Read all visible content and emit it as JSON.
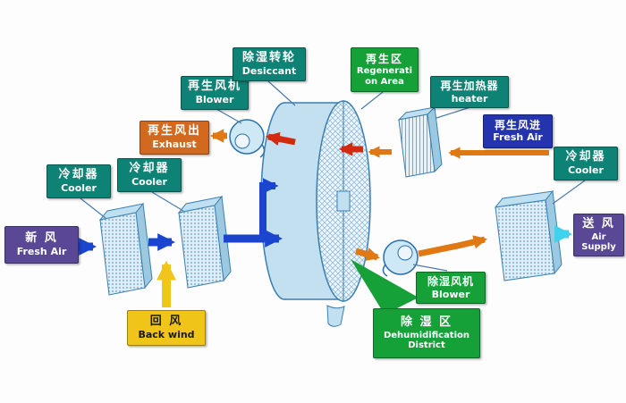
{
  "labels": {
    "fresh_air_left": {
      "zh": "新  风",
      "en": "Fresh Air",
      "bg": "#5a4897",
      "fg": "#ffffff"
    },
    "cooler_1": {
      "zh": "冷却器",
      "en": "Cooler",
      "bg": "#0f8276",
      "fg": "#ffffff"
    },
    "cooler_2": {
      "zh": "冷却器",
      "en": "Cooler",
      "bg": "#0f8276",
      "fg": "#ffffff"
    },
    "back_wind": {
      "zh": "回  风",
      "en": "Back wind",
      "bg": "#f0c419",
      "fg": "#1a1a1a"
    },
    "regen_blower": {
      "zh": "再生风机",
      "en": "Blower",
      "bg": "#0f8276",
      "fg": "#ffffff"
    },
    "exhaust": {
      "zh": "再生风出",
      "en": "Exhaust",
      "bg": "#d2691e",
      "fg": "#ffffff"
    },
    "desiccant": {
      "zh": "除湿转轮",
      "en": "Desiccant",
      "bg": "#0f8276",
      "fg": "#ffffff"
    },
    "regeneration_area": {
      "zh": "再生区",
      "en1": "Regenerati",
      "en2": "on Area",
      "bg": "#15a138",
      "fg": "#ffffff"
    },
    "heater": {
      "zh": "再生加热器",
      "en": "heater",
      "bg": "#0f8276",
      "fg": "#ffffff"
    },
    "regen_fresh_air": {
      "zh": "再生风进",
      "en": "Fresh Air",
      "bg": "#2433ae",
      "fg": "#ffffff"
    },
    "cooler_3": {
      "zh": "冷却器",
      "en": "Cooler",
      "bg": "#0f8276",
      "fg": "#ffffff"
    },
    "air_supply": {
      "zh": "送  风",
      "en": "Air Supply",
      "bg": "#5a4897",
      "fg": "#ffffff"
    },
    "dehum_blower": {
      "zh": "除湿风机",
      "en": "Blower",
      "bg": "#15a138",
      "fg": "#ffffff"
    },
    "dehum_district": {
      "zh": "除 湿 区",
      "en1": "Dehumidification",
      "en2": "District",
      "bg": "#15a138",
      "fg": "#ffffff"
    }
  },
  "colors": {
    "purple": "#5a4897",
    "teal": "#0f8276",
    "green": "#15a138",
    "orange_label": "#d2691e",
    "yellow": "#f0c419",
    "dark_blue": "#2433ae",
    "arrow_blue": "#1c45cf",
    "arrow_orange": "#e07814",
    "arrow_red": "#d3290f",
    "arrow_yellow": "#f1c51b",
    "arrow_cyan": "#3ed2ec",
    "shape_fill": "#c2e0f0",
    "shape_stroke": "#3a7fb0",
    "pointer_line": "#4a7bb0"
  }
}
